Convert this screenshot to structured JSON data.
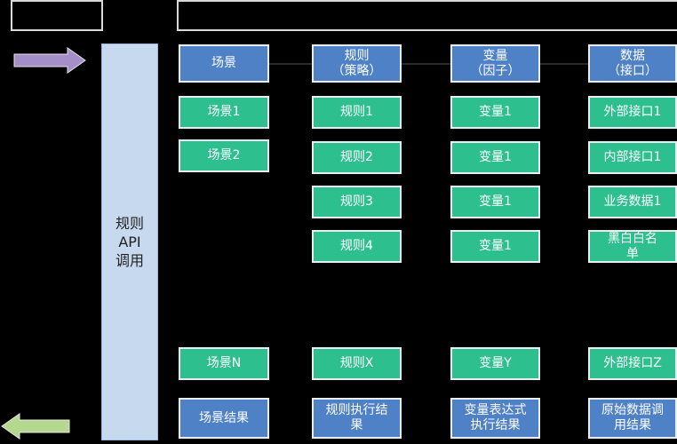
{
  "api_label": "规则\nAPI\n调用",
  "colors": {
    "header": "#4f81c7",
    "item": "#2ebf8e",
    "api_panel": "#c6d9ef",
    "arrow_in": "#a58fc8",
    "arrow_out": "#b5d88f"
  },
  "columns": {
    "scene": {
      "header": "场景",
      "items": [
        "场景1",
        "场景2",
        "场景N"
      ],
      "footer": "场景结果"
    },
    "rule": {
      "header": "规则\n（策略）",
      "items": [
        "规则1",
        "规则2",
        "规则3",
        "规则4",
        "规则X"
      ],
      "footer": "规则执行结\n果"
    },
    "variable": {
      "header": "变量\n（因子）",
      "items": [
        "变量1",
        "变量1",
        "变量1",
        "变量1",
        "变量Y"
      ],
      "footer": "变量表达式\n执行结果"
    },
    "data": {
      "header": "数据\n（接口）",
      "items": [
        "外部接口1",
        "内部接口1",
        "业务数据1",
        "黑白白名\n单",
        "外部接口Z"
      ],
      "footer": "原始数据调\n用结果"
    }
  }
}
